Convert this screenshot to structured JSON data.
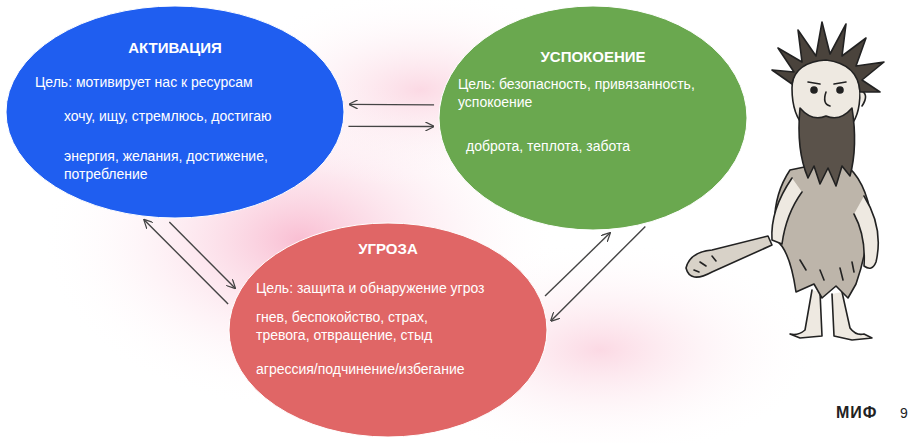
{
  "diagram": {
    "nodes": [
      {
        "text": [
          "АКТИВАЦИЯ",
          "Цель: мотивирует нас к ресурсам",
          "хочу, ищу, стремлюсь, достигаю",
          "энергия, желания, достижение, потребление"
        ]
      },
      {
        "text": [
          "УСПОКОЕНИЕ",
          "Цель: безопасность, привязанность, успокоение",
          "доброта, теплота, забота"
        ]
      },
      {
        "text": [
          "УГРОЗА",
          "Цель: защита и обнаружение угроз",
          "гнев, беспокойство, страх, тревога, отвращение, стыд",
          "агрессия/подчинение/избегание"
        ]
      }
    ],
    "edges": [
      {
        "from": 1,
        "to": 0,
        "arrow": "to"
      },
      {
        "from": 0,
        "to": 1,
        "arrow": "to"
      },
      {
        "from": 2,
        "to": 0,
        "arrow": "to"
      },
      {
        "from": 0,
        "to": 2,
        "arrow": "to"
      },
      {
        "from": 2,
        "to": 1,
        "arrow": "to"
      },
      {
        "from": 1,
        "to": 2,
        "arrow": "to"
      }
    ],
    "labels": [
      "МИФ",
      "9"
    ]
  }
}
